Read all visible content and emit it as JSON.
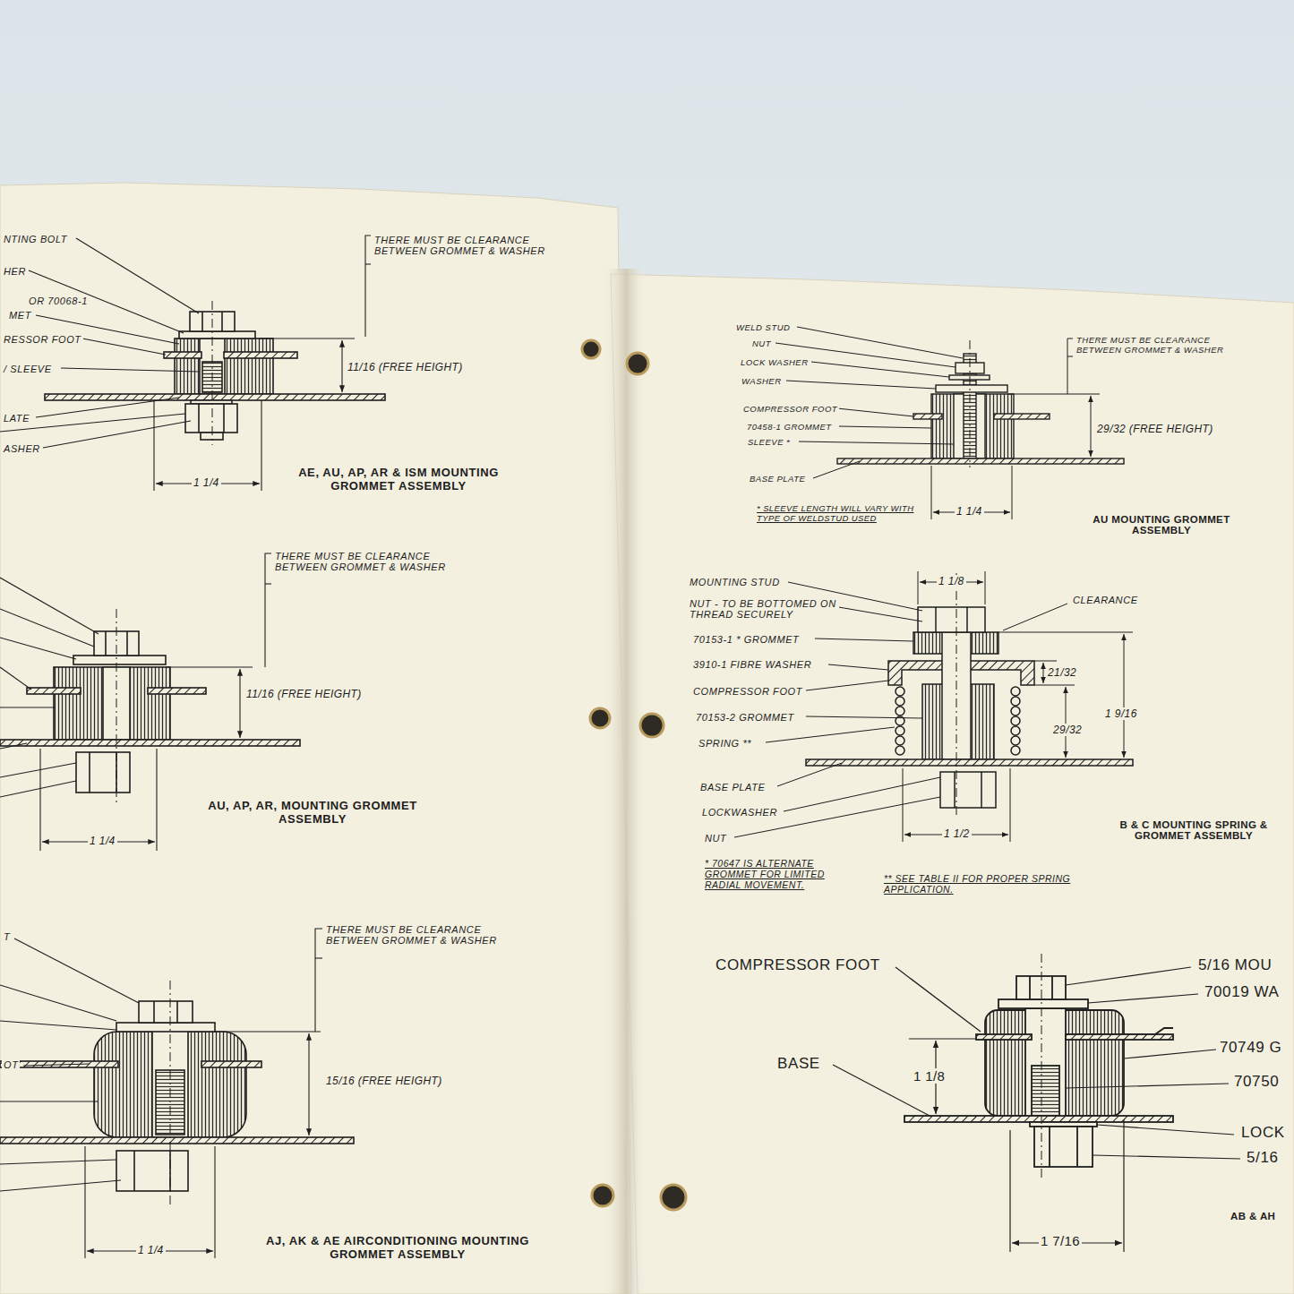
{
  "diagram": {
    "labels": [
      "NTING BOLT",
      "HER",
      "OR 70068-1",
      "MET",
      "RESSOR FOOT",
      "/ SLEEVE",
      "LATE",
      "ASHER",
      "THERE MUST BE CLEARANCE BETWEEN GROMMET & WASHER",
      "11/16 (FREE HEIGHT)",
      "1 1/4",
      "AE, AU, AP, AR & ISM MOUNTING GROMMET ASSEMBLY",
      "THERE MUST BE CLEARANCE BETWEEN GROMMET & WASHER",
      "11/16 (FREE HEIGHT)",
      "1 1/4",
      "AU, AP, AR, MOUNTING GROMMET ASSEMBLY",
      "T",
      "OT",
      "THERE MUST BE CLEARANCE BETWEEN GROMMET & WASHER",
      "15/16 (FREE HEIGHT)",
      "1 1/4",
      "AJ, AK & AE AIRCONDITIONING MOUNTING GROMMET ASSEMBLY",
      "WELD STUD",
      "NUT",
      "LOCK WASHER",
      "WASHER",
      "COMPRESSOR FOOT",
      "70458-1 GROMMET",
      "SLEEVE *",
      "BASE PLATE",
      "THERE MUST BE CLEARANCE BETWEEN GROMMET & WASHER",
      "29/32 (FREE HEIGHT)",
      "* SLEEVE LENGTH WILL VARY WITH TYPE OF WELDSTUD USED",
      "1 1/4",
      "AU MOUNTING GROMMET ASSEMBLY",
      "MOUNTING STUD",
      "NUT - TO BE BOTTOMED ON THREAD SECURELY",
      "70153-1 * GROMMET",
      "3910-1 FIBRE WASHER",
      "COMPRESSOR FOOT",
      "70153-2 GROMMET",
      "SPRING **",
      "1 1/8",
      "CLEARANCE",
      "21/32",
      "1 9/16",
      "29/32",
      "BASE PLATE",
      "LOCKWASHER",
      "NUT",
      "1 1/2",
      "B & C MOUNTING SPRING & GROMMET ASSEMBLY",
      "* 70647 IS ALTERNATE GROMMET FOR LIMITED RADIAL MOVEMENT.",
      "** SEE TABLE II FOR PROPER SPRING APPLICATION.",
      "COMPRESSOR FOOT",
      "BASE",
      "5/16 MOU",
      "70019 WA",
      "70749 G",
      "70750",
      "LOCK",
      "5/16",
      "1 1/8",
      "1 7/16",
      "AB & AH"
    ]
  }
}
